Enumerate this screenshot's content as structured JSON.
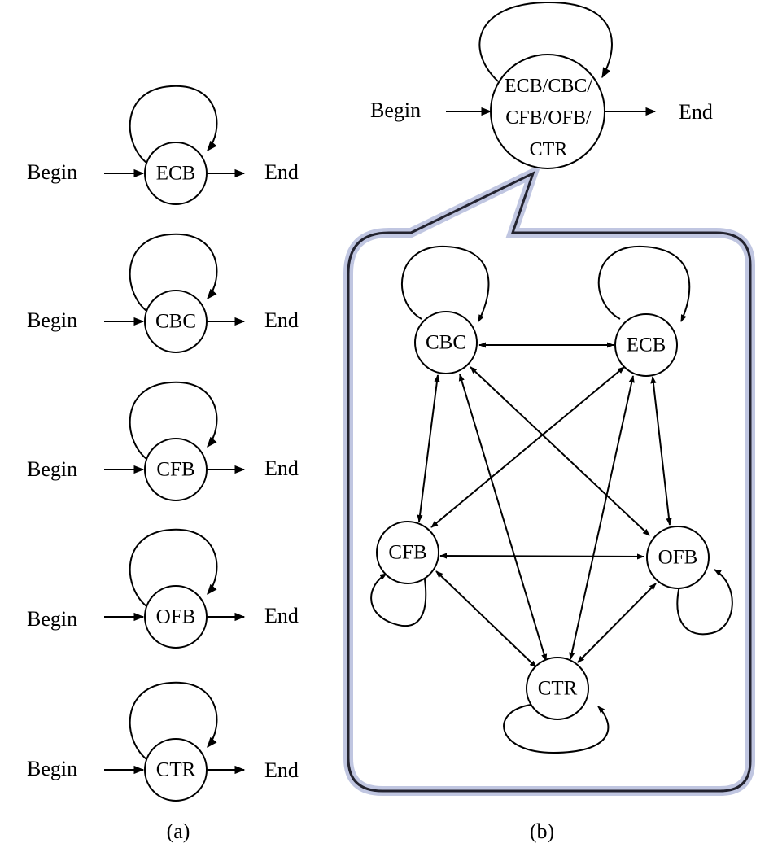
{
  "panel_a": {
    "rows": [
      {
        "mode": "ECB",
        "begin": "Begin",
        "end": "End"
      },
      {
        "mode": "CBC",
        "begin": "Begin",
        "end": "End"
      },
      {
        "mode": "CFB",
        "begin": "Begin",
        "end": "End"
      },
      {
        "mode": "OFB",
        "begin": "Begin",
        "end": "End"
      },
      {
        "mode": "CTR",
        "begin": "Begin",
        "end": "End"
      }
    ],
    "caption": "(a)"
  },
  "panel_b": {
    "top": {
      "begin": "Begin",
      "end": "End",
      "state_lines": [
        "ECB/CBC/",
        "CFB/OFB/",
        "CTR"
      ]
    },
    "nodes": {
      "cbc": "CBC",
      "ecb": "ECB",
      "cfb": "CFB",
      "ofb": "OFB",
      "ctr": "CTR"
    },
    "caption": "(b)"
  },
  "colors": {
    "callout_border": "#23232f",
    "callout_glow": "#8c97c9"
  }
}
